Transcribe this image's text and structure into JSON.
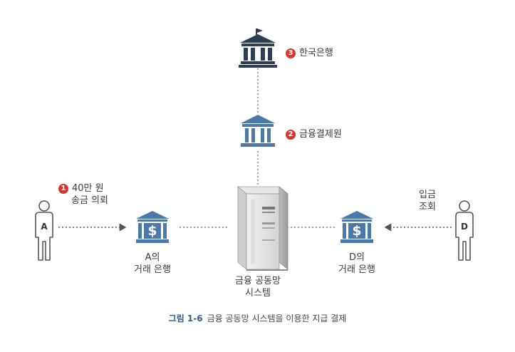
{
  "bank_of_korea": {
    "number": "3",
    "label": "한국은행"
  },
  "clearing_house": {
    "number": "2",
    "label": "금융결제원"
  },
  "request": {
    "number": "1",
    "line1": "40만 원",
    "line2": "송금 의뢰"
  },
  "person_a": {
    "letter": "A"
  },
  "person_d": {
    "letter": "D"
  },
  "bank_a": {
    "line1": "A의",
    "line2": "거래 은행"
  },
  "bank_d": {
    "line1": "D의",
    "line2": "거래 은행"
  },
  "network": {
    "line1": "금융 공동망",
    "line2": "시스템"
  },
  "deposit_check": {
    "line1": "입금",
    "line2": "조회"
  },
  "caption": {
    "figure": "그림 1-6",
    "text": "금융 공동망 시스템을 이용한 지급 결제"
  },
  "colors": {
    "bank_blue": "#4a78a8",
    "dark_navy": "#2c3e57",
    "badge_red": "#d9352b",
    "line_gray": "#555555"
  }
}
